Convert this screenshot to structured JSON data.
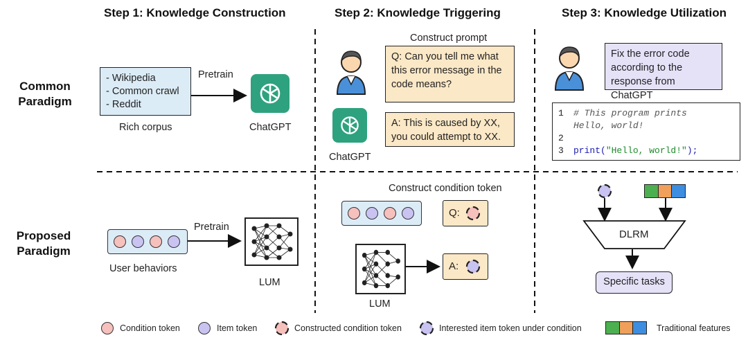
{
  "steps": {
    "step1": "Step 1: Knowledge Construction",
    "step2": "Step 2: Knowledge Triggering",
    "step3": "Step 3: Knowledge Utilization"
  },
  "rows": {
    "common": "Common Paradigm",
    "proposed": "Proposed Paradigm"
  },
  "common": {
    "corpus_items": [
      "- Wikipedia",
      "- Common crawl",
      "- Reddit"
    ],
    "corpus_caption": "Rich corpus",
    "pretrain": "Pretrain",
    "model": "ChatGPT",
    "construct_prompt": "Construct prompt",
    "question": "Q: Can you tell me what this error message in the code means?",
    "answer": "A: This is caused by XX, you could attempt to XX.",
    "instruction": "Fix the error code according to the response from ChatGPT",
    "code": {
      "line1_num": "1",
      "line1": "# This program prints",
      "line1b": "Hello, world!",
      "line2_num": "2",
      "line3_num": "3",
      "line3_kw": "print(",
      "line3_str": "\"Hello, world!\"",
      "line3_end": ");"
    }
  },
  "proposed": {
    "behaviors_caption": "User behaviors",
    "pretrain": "Pretrain",
    "model": "LUM",
    "construct_condition": "Construct condition token",
    "q": "Q:",
    "a": "A:",
    "model2": "LUM",
    "dlrm": "DLRM",
    "tasks": "Specific tasks"
  },
  "legend": {
    "condition": "Condition token",
    "item": "Item token",
    "constructed": "Constructed condition token",
    "interested": "Interested item token under condition",
    "traditional": "Traditional features"
  },
  "colors": {
    "corpus_bg": "#dcecf7",
    "bubble_orange": "#fbe8c6",
    "bubble_purple": "#e5e2f8",
    "chatgpt_green": "#2ea27e",
    "condition_pink": "#f6c0bd",
    "item_purple": "#c9c3f2",
    "feature_green": "#4cb050",
    "feature_orange": "#f0a05a",
    "feature_blue": "#3d8ee0"
  },
  "icons": [
    "person-icon",
    "chatgpt-logo-icon",
    "neural-network-icon",
    "arrow-icon"
  ]
}
